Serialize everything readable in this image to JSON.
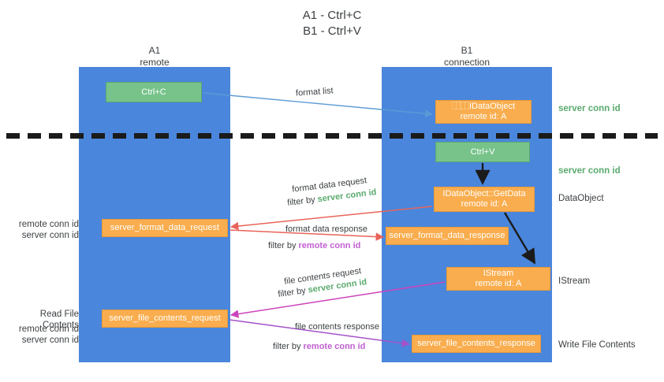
{
  "title": {
    "line1": "A1 - Ctrl+C",
    "line2": "B1 - Ctrl+V"
  },
  "lanes": {
    "a": {
      "name": "A1",
      "role": "remote"
    },
    "b": {
      "name": "B1",
      "role": "connection"
    }
  },
  "nodes": {
    "ctrl_c": {
      "label": "Ctrl+C",
      "color": "#77c38a"
    },
    "ole_get_clipboard": {
      "line1": "⿰⿰IDataObject",
      "line2": "remote id: A",
      "color": "#f9ad4e"
    },
    "ctrl_v": {
      "label": "Ctrl+V",
      "color": "#77c38a"
    },
    "get_data": {
      "line1": "IDataObject::GetData",
      "line2": "remote id: A",
      "color": "#f9ad4e"
    },
    "istream": {
      "line1": "IStream",
      "line2": "remote id: A",
      "color": "#f9ad4e"
    },
    "server_format_data_request": {
      "label": "server_format_data_request"
    },
    "server_format_data_response": {
      "label": "server_format_data_response"
    },
    "server_file_contents_request": {
      "label": "server_file_contents_request"
    },
    "server_file_contents_response": {
      "label": "server_file_contents_response"
    }
  },
  "edges": {
    "format_list": {
      "label": "format list"
    },
    "format_data_request": {
      "line1": "format data request",
      "filter_prefix": "filter by ",
      "filter_value": "server conn id"
    },
    "format_data_response": {
      "line1": "format data response",
      "filter_prefix": "filter by ",
      "filter_value": "remote conn id"
    },
    "file_contents_request": {
      "line1": "file contents request",
      "filter_prefix": "filter by ",
      "filter_value": "server conn id"
    },
    "file_contents_response": {
      "line1": "file contents response",
      "filter_prefix": "filter by ",
      "filter_value": "remote conn id"
    }
  },
  "annotations": {
    "server_conn_id_top": "server conn id",
    "server_conn_id_mid": "server conn id",
    "dataobject": "DataObject",
    "istream": "IStream",
    "write_file_contents": "Write File Contents",
    "read_file_contents": "Read File Contents",
    "left_remote_conn_id_1": "remote conn id",
    "left_server_conn_id_1": "server conn id",
    "left_remote_conn_id_2": "remote conn id",
    "left_server_conn_id_2": "server conn id"
  },
  "colors": {
    "lane": "#4a86dc",
    "green": "#77c38a",
    "orange": "#f9ad4e",
    "green_text": "#5aaa6e",
    "purple_text": "#c05fd0",
    "blue_arrow": "#5b9bd5",
    "red_arrow": "#e8645a",
    "magenta_arrow": "#cc44bb",
    "purple_arrow": "#a352c9",
    "black": "#1b1b1b"
  }
}
